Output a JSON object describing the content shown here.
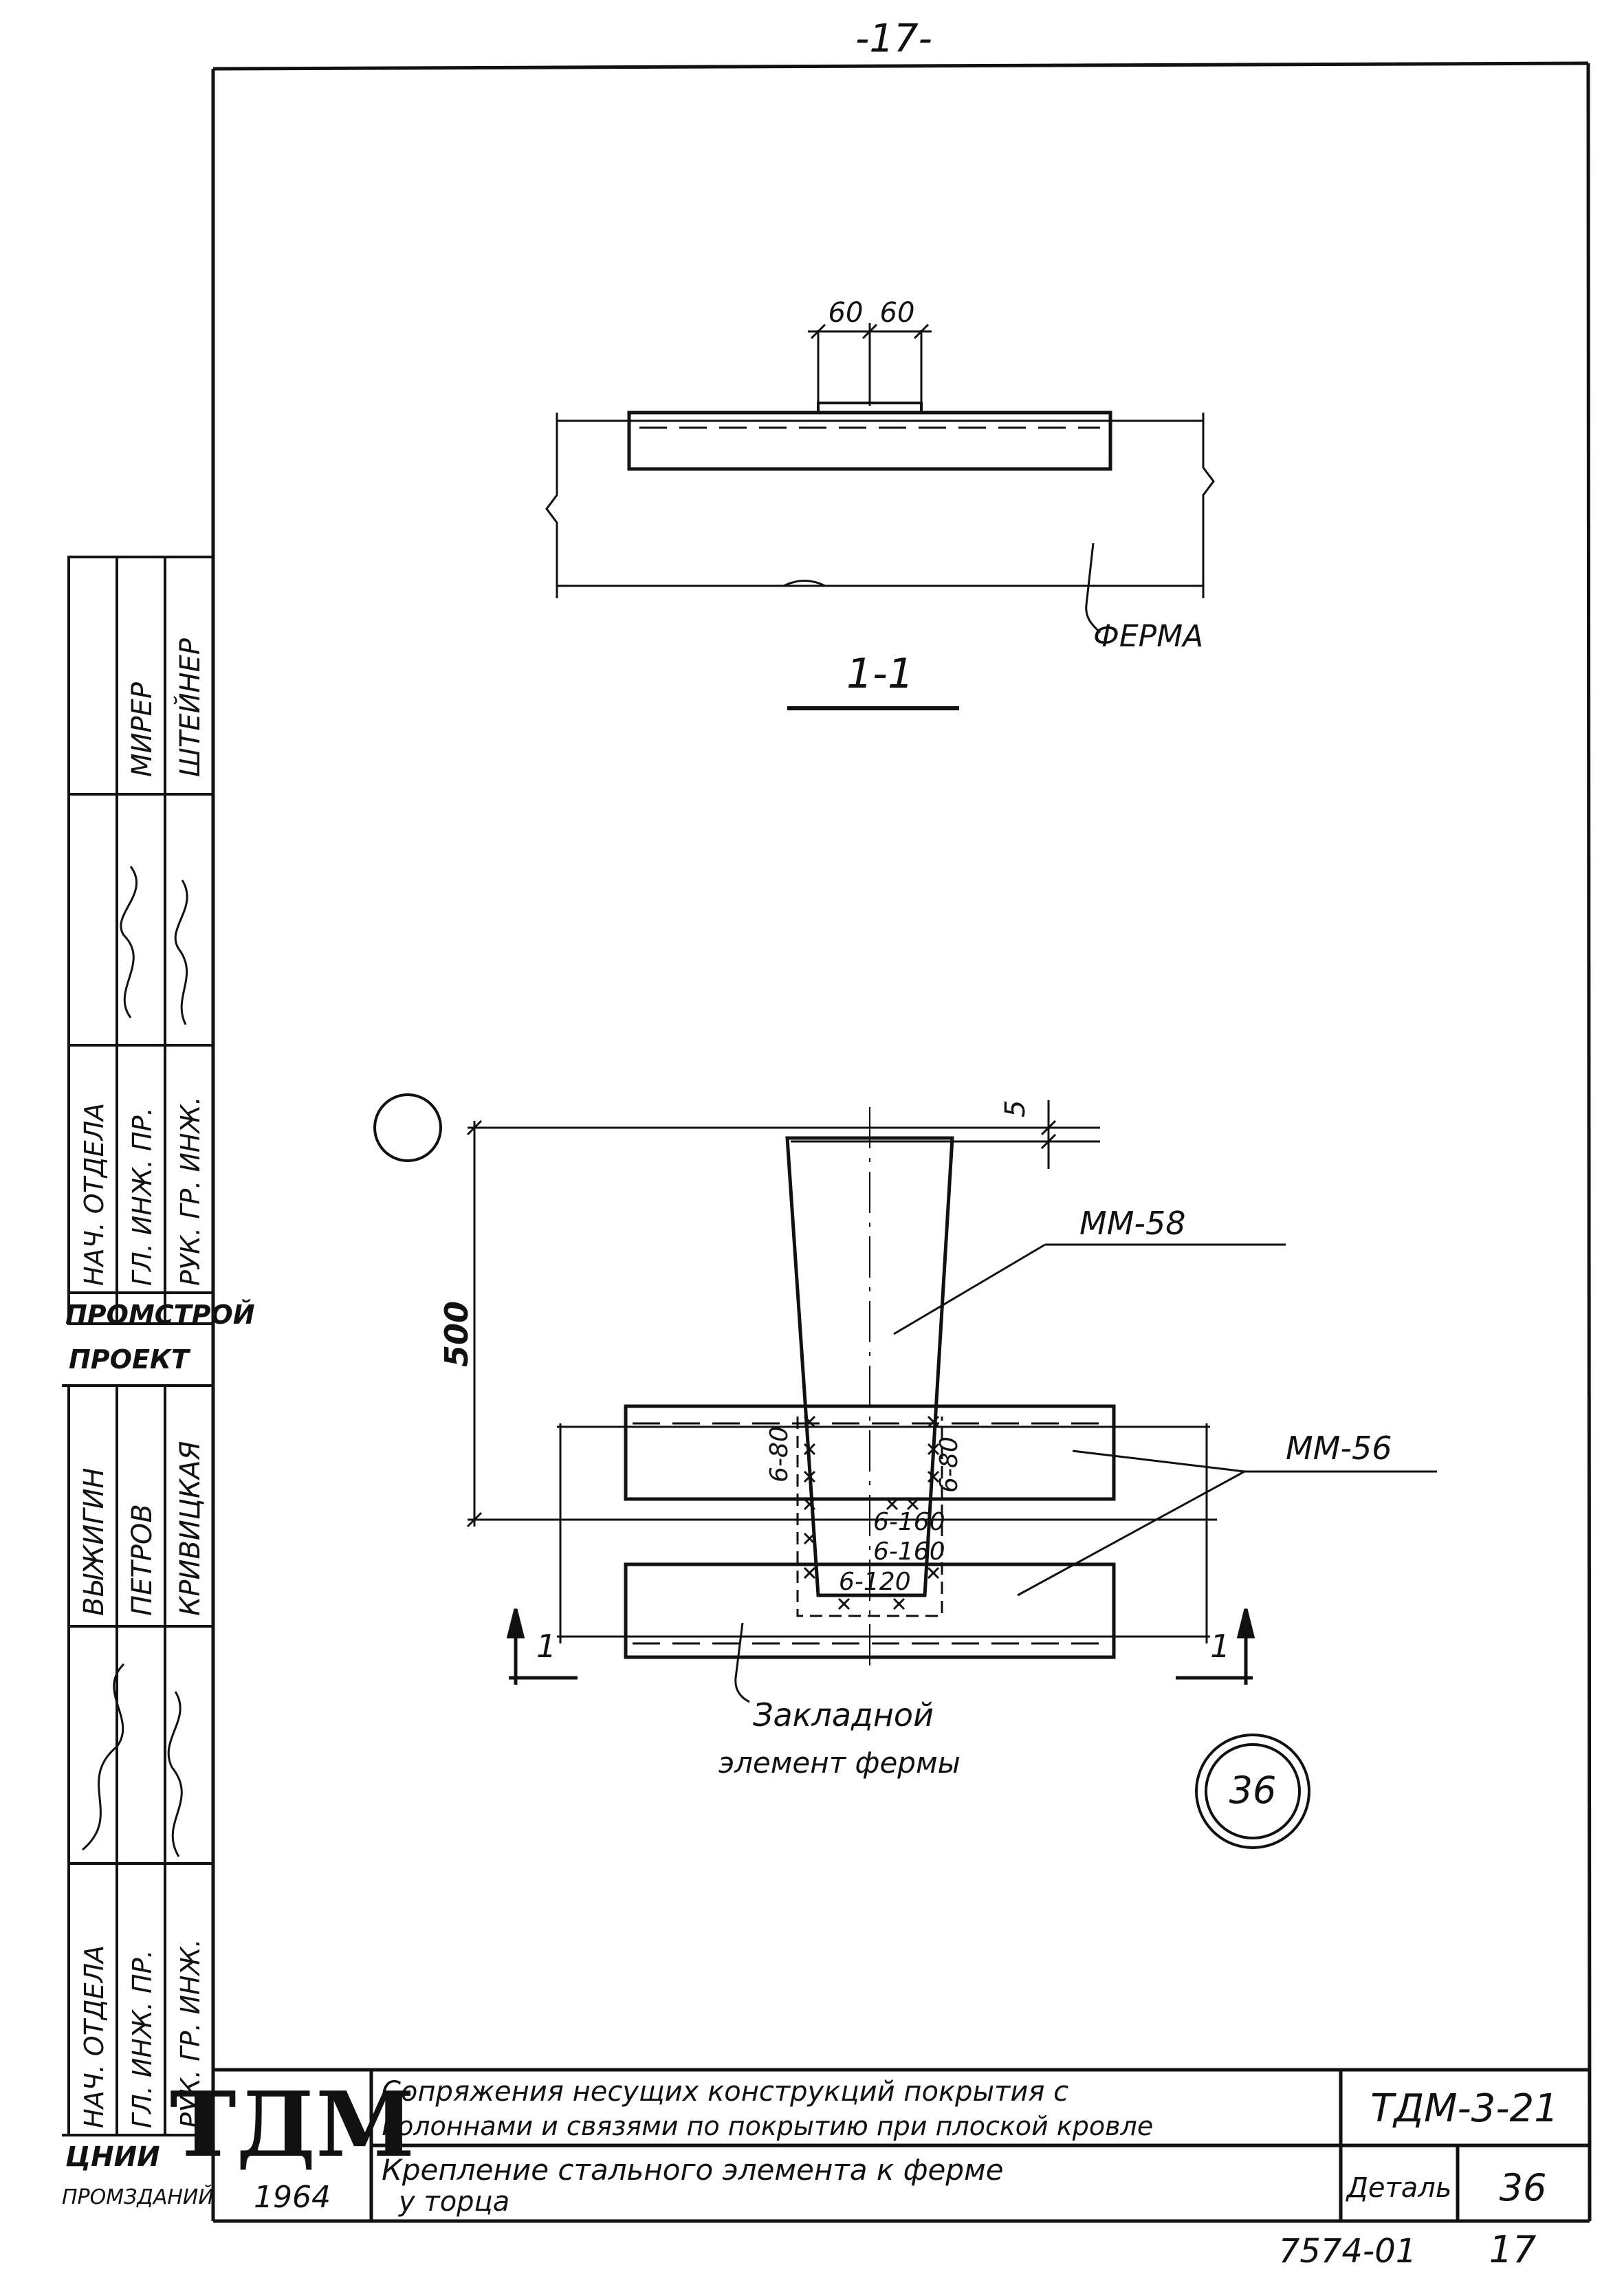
{
  "page": {
    "number_top": "-17-"
  },
  "section": {
    "dim_left": "60",
    "dim_right": "60",
    "truss_label": "ФЕРМА",
    "title": "1-1"
  },
  "plan": {
    "dim_top": "5",
    "dim_height": "500",
    "label_mm58": "ММ-58",
    "label_mm56": "ММ-56",
    "weld_6_80_left": "6-80",
    "weld_6_80_right": "6-80",
    "weld_6_160_a": "6-160",
    "weld_6_160_b": "6-160",
    "weld_6_120": "6-120",
    "cut_left": "1",
    "cut_right": "1",
    "embedded_line1": "Закладной",
    "embedded_line2": "элемент фермы",
    "detail_number": "36"
  },
  "side_stamp": {
    "cells_top": [
      "НАЧ. ОТДЕЛА",
      "ГЛ. ИНЖ. ПР.",
      "РУК. ГР. ИНЖ."
    ],
    "names_top": [
      "МИРЕР",
      "ШТЕЙНЕР"
    ],
    "org_line1": "ПРОМСТРОЙ",
    "org_line2": "ПРОЕКТ",
    "cells_bottom": [
      "НАЧ. ОТДЕЛА",
      "ГЛ. ИНЖ. ПР.",
      "РУК. ГР. ИНЖ."
    ],
    "names_bottom": [
      "ВЫЖИГИН",
      "ПЕТРОВ",
      "КРИВИЦКАЯ"
    ],
    "inst_line1": "ЦНИИ",
    "inst_line2": "ПРОМЗДАНИЙ"
  },
  "title_block": {
    "logo": "ТДМ",
    "year": "1964",
    "series_title_line1": "Сопряжения несущих конструкций покрытия с",
    "series_title_line2": "колоннами и связями по покрытию при плоской кровле",
    "sheet_title_line1": "Крепление стального элемента к ферме",
    "sheet_title_line2": "у торца",
    "code": "ТДМ-3-21",
    "detail_label": "Деталь",
    "detail_number": "36",
    "bottom_number": "7574-01",
    "bottom_page": "17"
  }
}
